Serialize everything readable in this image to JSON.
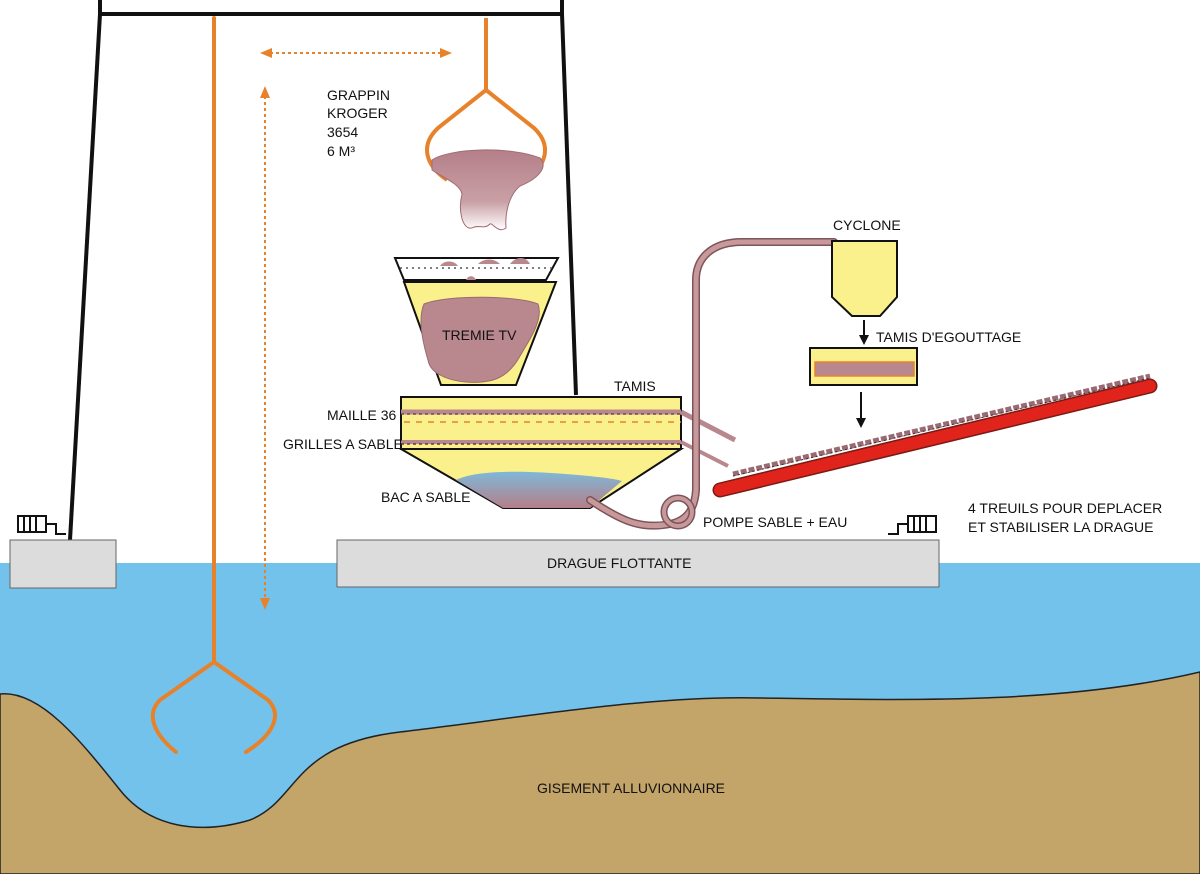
{
  "labels": {
    "grappin_1": "GRAPPIN",
    "grappin_2": "KROGER",
    "grappin_3": "3654",
    "grappin_4": "6 M³",
    "tremie": "TREMIE TV",
    "tamis": "TAMIS",
    "maille": "MAILLE 36",
    "grilles": "GRILLES A SABLE",
    "bac": "BAC A SABLE",
    "cyclone": "CYCLONE",
    "tamis_egouttage": "TAMIS D'EGOUTTAGE",
    "pompe": "POMPE SABLE + EAU",
    "treuils_1": "4 TREUILS POUR DEPLACER",
    "treuils_2": "ET STABILISER LA DRAGUE",
    "drague": "DRAGUE FLOTTANTE",
    "gisement": "GISEMENT  ALLUVIONNAIRE"
  },
  "colors": {
    "water": "#73c2ec",
    "ground": "#c3a469",
    "platform": "#dcdcdc",
    "cable_orange": "#e8822a",
    "hopper_yellow": "#fbf18c",
    "sediment_mauve": "#b9878e",
    "conveyor_red": "#e0241c",
    "pipe_pink": "#c9989a",
    "frame_black": "#111111"
  }
}
